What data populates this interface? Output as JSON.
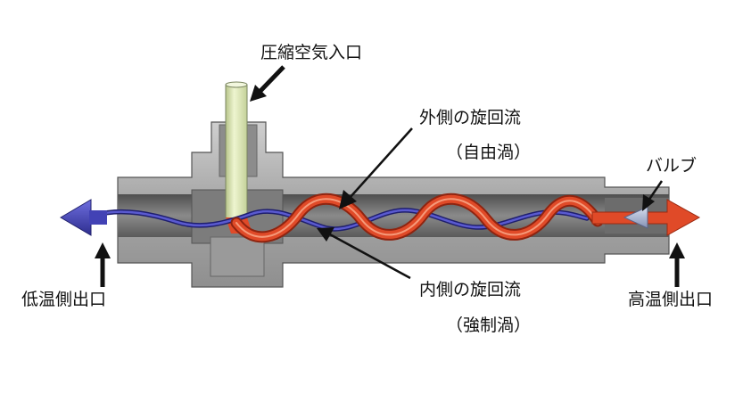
{
  "labels": {
    "air_inlet": "圧縮空気入口",
    "outer_flow": "外側の旋回流",
    "outer_flow_sub": "（自由渦）",
    "valve": "バルブ",
    "inner_flow": "内側の旋回流",
    "inner_flow_sub": "（強制渦）",
    "cold_outlet": "低温側出口",
    "hot_outlet": "高温側出口"
  },
  "colors": {
    "body": "#a9a9a9",
    "bore": "#707070",
    "inlet_tube": "#dde8b8",
    "hot_flow": "#e04a28",
    "cold_flow": "#3f3fa6",
    "valve": "#a8b4d0",
    "pointer": "#111111"
  }
}
